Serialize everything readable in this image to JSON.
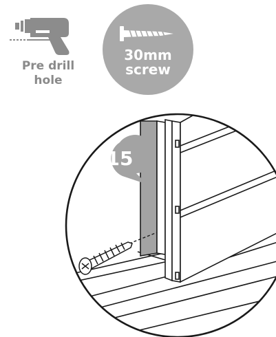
{
  "drill": {
    "icon": "drill-icon",
    "label_line1": "Pre drill",
    "label_line2": "hole"
  },
  "screw": {
    "icon": "screw-icon",
    "size_label": "30mm",
    "type_label": "screw"
  },
  "step": {
    "number": "15",
    "color": "#a3a3a3"
  },
  "colors": {
    "badge_gray": "#a9a9a9",
    "drill_gray": "#8c8c8c",
    "line": "#1a1a1a"
  }
}
